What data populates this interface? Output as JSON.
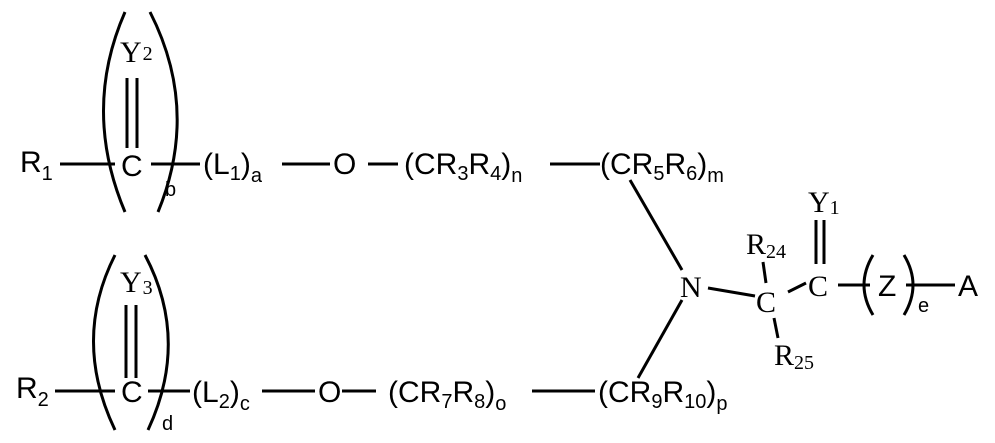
{
  "diagram": {
    "type": "chemical-structure",
    "upper_chain": {
      "r_group": {
        "label": "R",
        "sub": "1"
      },
      "carbonyl": {
        "atom": "C",
        "double_bond_to": {
          "label": "Y",
          "sub": "2"
        },
        "repeat": "b"
      },
      "linker": {
        "open": "(L",
        "sub": "1",
        "close": ")",
        "repeat": "a"
      },
      "oxygen": "O",
      "unit1": {
        "open": "(CR",
        "s1": "3",
        "mid": "R",
        "s2": "4",
        "close": ")",
        "repeat": "n"
      },
      "unit2": {
        "open": "(CR",
        "s1": "5",
        "mid": "R",
        "s2": "6",
        "close": ")",
        "repeat": "m"
      }
    },
    "lower_chain": {
      "r_group": {
        "label": "R",
        "sub": "2"
      },
      "carbonyl": {
        "atom": "C",
        "double_bond_to": {
          "label": "Y",
          "sub": "3"
        },
        "repeat": "d"
      },
      "linker": {
        "open": "(L",
        "sub": "2",
        "close": ")",
        "repeat": "c"
      },
      "oxygen": "O",
      "unit1": {
        "open": "(CR",
        "s1": "7",
        "mid": "R",
        "s2": "8",
        "close": ")",
        "repeat": "o"
      },
      "unit2": {
        "open": "(CR",
        "s1": "9",
        "mid": "R",
        "s2": "10",
        "close": ")",
        "repeat": "p"
      }
    },
    "core": {
      "nitrogen": "N",
      "alpha_carbon": {
        "atom": "C",
        "top": {
          "label": "R",
          "sub": "24"
        },
        "bottom": {
          "label": "R",
          "sub": "25"
        }
      },
      "carbonyl": {
        "atom": "C",
        "double_bond_to": {
          "label": "Y",
          "sub": "1"
        }
      },
      "z_group": {
        "label": "Z",
        "repeat": "e"
      },
      "terminal": "A"
    }
  }
}
